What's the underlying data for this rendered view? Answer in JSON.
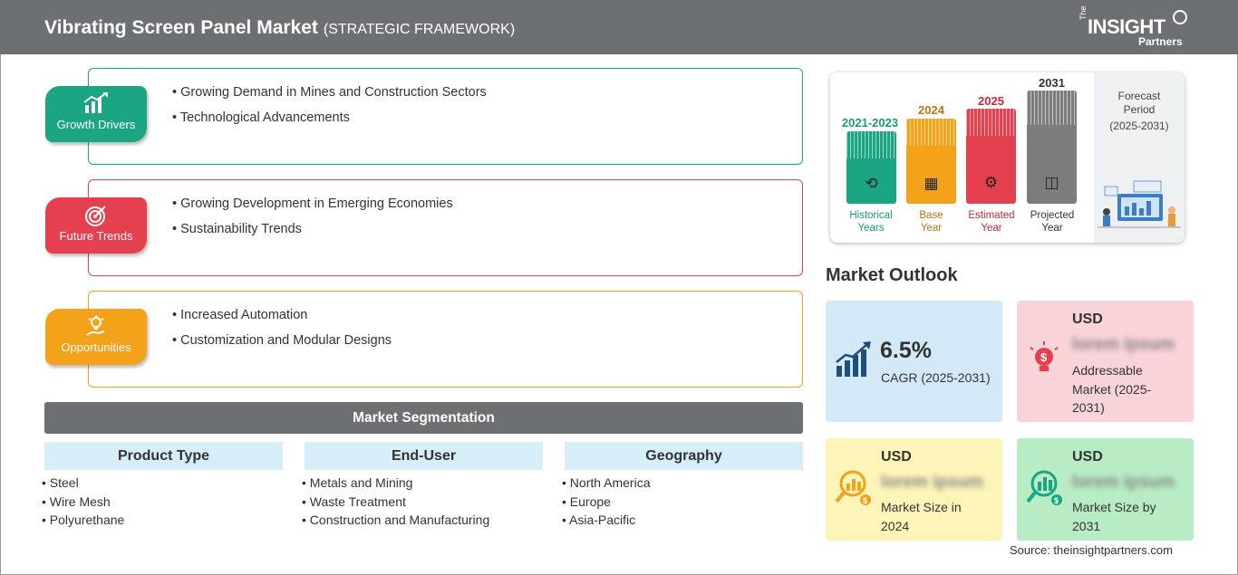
{
  "header": {
    "title": "Vibrating Screen Panel Market",
    "subtitle": "(STRATEGIC FRAMEWORK)",
    "logo_the": "The",
    "logo_insight": "INSIGHT",
    "logo_partners": "Partners"
  },
  "framework": [
    {
      "label": "Growth Drivers",
      "color": "#1aa683",
      "points": [
        "Growing Demand in Mines and Construction Sectors",
        "Technological Advancements"
      ]
    },
    {
      "label": "Future Trends",
      "color": "#e5404f",
      "points": [
        "Growing Development in Emerging Economies",
        "Sustainability Trends"
      ]
    },
    {
      "label": "Opportunities",
      "color": "#f5a21b",
      "points": [
        "Increased Automation",
        "Customization and Modular Designs"
      ]
    }
  ],
  "segmentation": {
    "title": "Market Segmentation",
    "columns": [
      {
        "heading": "Product Type",
        "items": [
          "Steel",
          "Wire Mesh",
          "Polyurethane"
        ]
      },
      {
        "heading": "End-User",
        "items": [
          "Metals and Mining",
          "Waste Treatment",
          "Construction and Manufacturing"
        ]
      },
      {
        "heading": "Geography",
        "items": [
          "North America",
          "Europe",
          "Asia-Pacific"
        ]
      }
    ]
  },
  "timeline": {
    "bars": [
      {
        "year": "2021-2023",
        "label1": "Historical",
        "label2": "Years",
        "color": "#1aa683",
        "year_color": "#1a9a78"
      },
      {
        "year": "2024",
        "label1": "Base",
        "label2": "Year",
        "color": "#f5a21b",
        "year_color": "#b8760c"
      },
      {
        "year": "2025",
        "label1": "Estimated",
        "label2": "Year",
        "color": "#e5404f",
        "year_color": "#c8283a"
      },
      {
        "year": "2031",
        "label1": "Projected",
        "label2": "Year",
        "color": "#7c7c7c",
        "year_color": "#333333"
      }
    ],
    "forecast_label": "Forecast",
    "forecast_period": "Period",
    "forecast_range": "(2025-2031)"
  },
  "outlook": {
    "title": "Market Outlook",
    "cagr_value": "6.5%",
    "cagr_label": "CAGR (2025-2031)",
    "addressable_currency": "USD",
    "addressable_value": "lorem ipsum",
    "addressable_desc": "Addressable Market (2025-2031)",
    "size2024_currency": "USD",
    "size2024_value": "lorem ipsum",
    "size2024_desc": "Market Size in 2024",
    "size2031_currency": "USD",
    "size2031_value": "lorem ipsum",
    "size2031_desc": "Market Size by 2031"
  },
  "source": "Source: theinsightpartners.com",
  "icons": {
    "growth": "bar-chart-rising-icon",
    "trends": "target-icon",
    "opportunities": "lightbulb-hand-icon",
    "cagr": "growth-chart-icon",
    "addressable": "lightbulb-dollar-icon",
    "size2024": "magnifier-chart-icon",
    "size2031": "magnifier-bars-icon"
  }
}
